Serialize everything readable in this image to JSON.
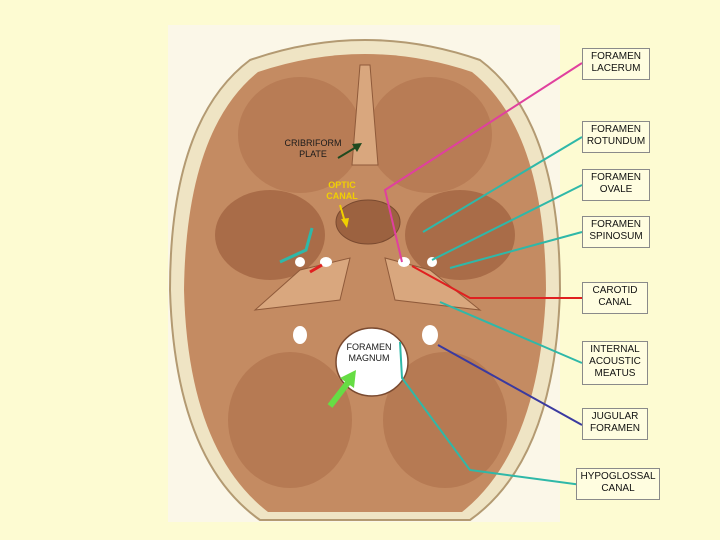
{
  "labels": {
    "foramen_lacerum": [
      "FORAMEN",
      "LACERUM"
    ],
    "foramen_rotundum": [
      "FORAMEN",
      "ROTUNDUM"
    ],
    "foramen_ovale": [
      "FORAMEN",
      "OVALE"
    ],
    "foramen_spinosum": [
      "FORAMEN",
      "SPINOSUM"
    ],
    "carotid_canal": [
      "CAROTID",
      "CANAL"
    ],
    "internal_acoustic_meatus": [
      "INTERNAL",
      "ACOUSTIC",
      "MEATUS"
    ],
    "jugular_foramen": [
      "JUGULAR",
      "FORAMEN"
    ],
    "hypoglossal_canal": [
      "HYPOGLOSSAL",
      "CANAL"
    ]
  },
  "inline_labels": {
    "cribriform_plate": [
      "CRIBRIFORM",
      "PLATE"
    ],
    "optic_canal": [
      "OPTIC",
      "CANAL"
    ],
    "foramen_magnum": [
      "FORAMEN",
      "MAGNUM"
    ]
  },
  "colors": {
    "page_background": "#fdfbd2",
    "bone": "#c48b62",
    "bone_dark": "#8f5a3a",
    "skull_rim": "#efe4c4",
    "lacerum_line": "#e0409e",
    "teal_line": "#2fb8a8",
    "carotid_line": "#e02020",
    "jugular_line": "#3a3aa0",
    "cribriform_arrow": "#1f4a1f",
    "optic_arrow": "#f0d000",
    "magnum_arrow": "#66dd44"
  }
}
